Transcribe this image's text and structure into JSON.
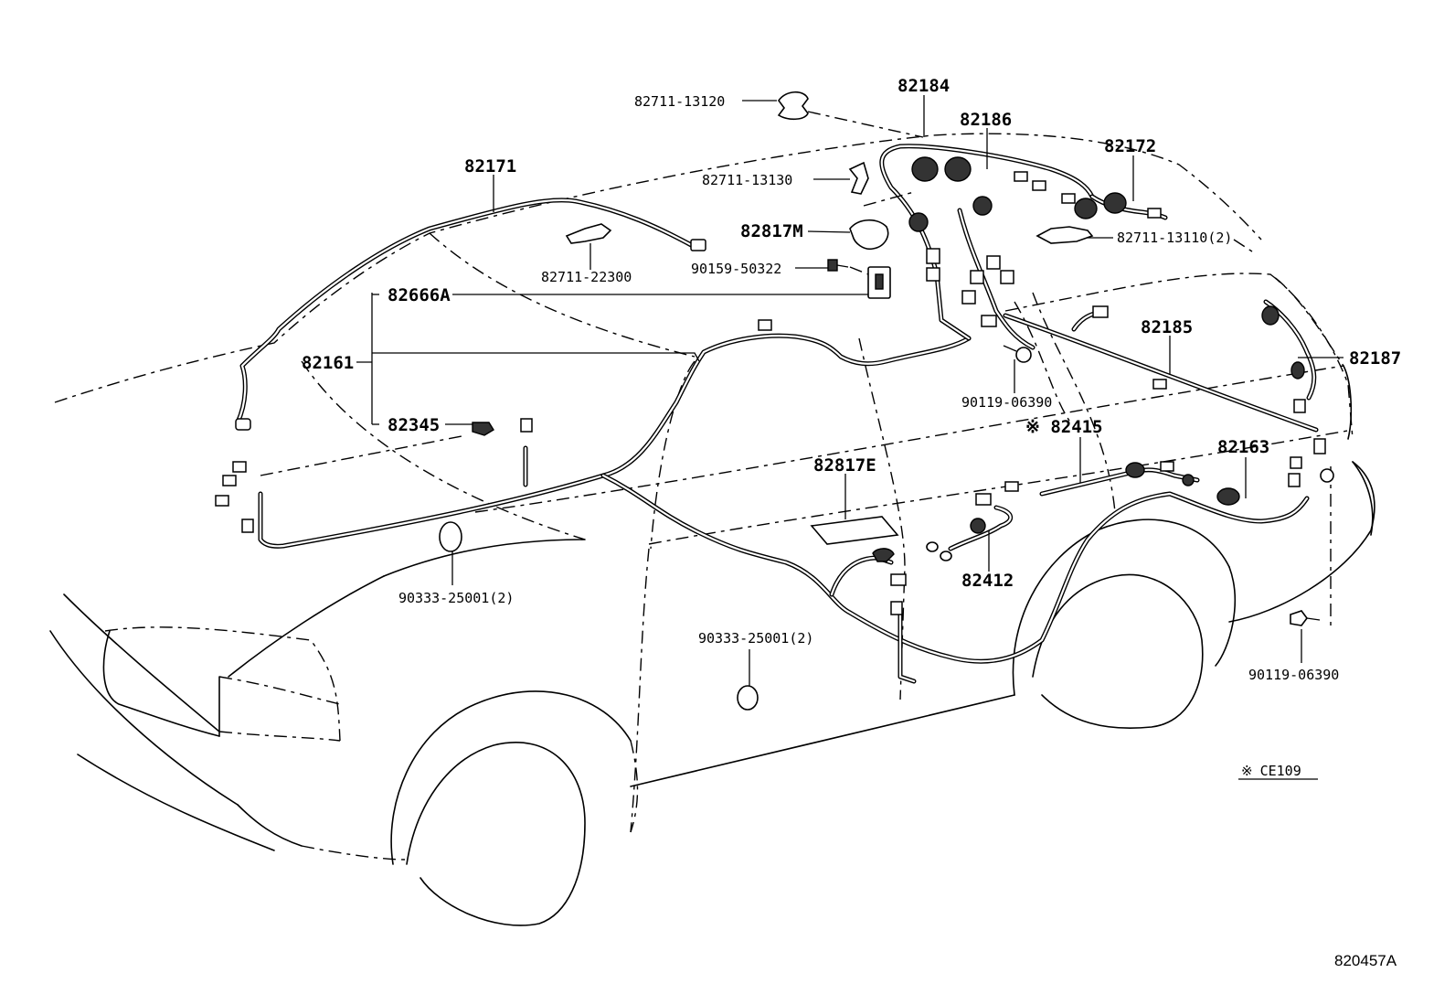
{
  "diagram_id": "820457A",
  "note": {
    "symbol": "※",
    "code": "CE109"
  },
  "labels": {
    "p82711_13120": "82711-13120",
    "p82184": "82184",
    "p82186": "82186",
    "p82172": "82172",
    "p82171": "82171",
    "p82711_13130": "82711-13130",
    "p82817M": "82817M",
    "p82711_13110": "82711-13110(2)",
    "p82711_22300": "82711-22300",
    "p90159_50322": "90159-50322",
    "p82666A": "82666A",
    "p82185": "82185",
    "p82161": "82161",
    "p82187": "82187",
    "p90119_06390_a": "90119-06390",
    "p82345": "82345",
    "p82415": "※ 82415",
    "p82163": "82163",
    "p82817E": "82817E",
    "p82412": "82412",
    "p90333_25001_a": "90333-25001(2)",
    "p90333_25001_b": "90333-25001(2)",
    "p90119_06390_b": "90119-06390"
  }
}
